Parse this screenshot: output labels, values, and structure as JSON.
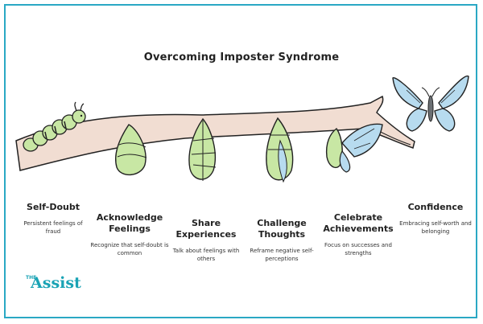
{
  "title": "Overcoming Imposter Syndrome",
  "stages": [
    {
      "label": "Self-Doubt",
      "description": "Persistent feelings of fraud"
    },
    {
      "label": "Acknowledge Feelings",
      "description": "Recognize that self-doubt is common"
    },
    {
      "label": "Share Experiences",
      "description": "Talk about feelings with others"
    },
    {
      "label": "Challenge Thoughts",
      "description": "Reframe negative self-perceptions"
    },
    {
      "label": "Celebrate Achievements",
      "description": "Focus on successes and strengths"
    },
    {
      "label": "Confidence",
      "description": "Embracing self-worth and belonging"
    }
  ],
  "logo": {
    "small": "THE",
    "main": "Assist"
  },
  "colors": {
    "border": "#2aa8c4",
    "branch": "#f1ddd2",
    "cocoon": "#c8e7a4",
    "wing": "#b7dbef",
    "logo": "#1aa3b5"
  }
}
